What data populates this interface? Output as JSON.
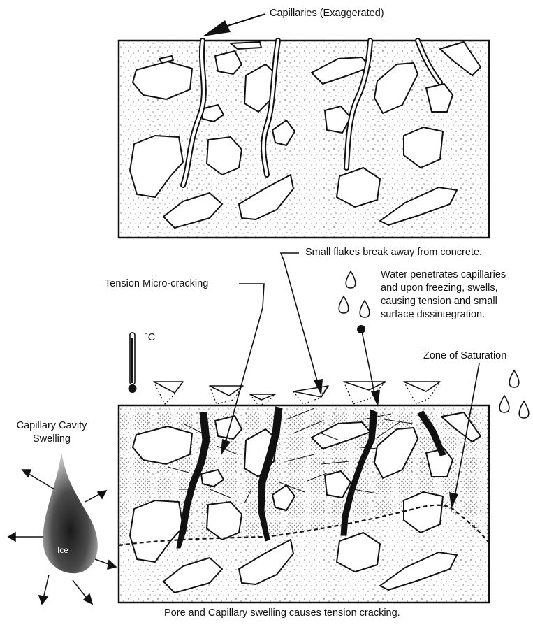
{
  "labels": {
    "capillaries": "Capillaries (Exaggerated)",
    "flakes": "Small flakes break away from concrete.",
    "tension": "Tension Micro-cracking",
    "water_1": "Water penetrates capillaries",
    "water_2": "and upon freezing, swells,",
    "water_3": "causing tension and small",
    "water_4": "surface dissintegration.",
    "thermometer_unit": "°C",
    "zone": "Zone of Saturation",
    "cavity_1": "Capillary Cavity",
    "cavity_2": "Swelling",
    "ice": "Ice",
    "caption": "Pore and Capillary swelling causes tension cracking."
  },
  "colors": {
    "ink": "#111111",
    "ice_dark": "#3a3a3a",
    "paper": "#ffffff"
  },
  "icons": {
    "water_drop": "teardrop",
    "thermometer": "thermometer"
  }
}
